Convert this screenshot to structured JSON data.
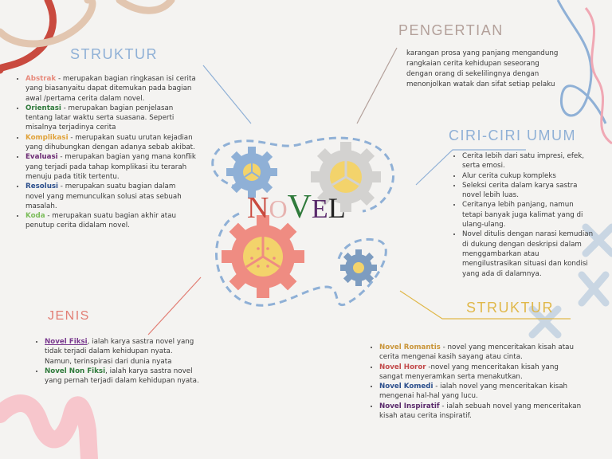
{
  "colors": {
    "struktur1": "#8fb0d6",
    "pengertian": "#b3a09a",
    "ciri": "#8fb0d6",
    "jenis": "#e27e74",
    "struktur2": "#e0b84a",
    "abstrak": "#e78a7c",
    "orientasi": "#2f7a3b",
    "komplikasi": "#e0a23a",
    "evaluasi": "#6b2a73",
    "resolusi": "#2c4f8c",
    "koda": "#7bbd5a",
    "fiksi": "#7a3a8f",
    "nonfiksi": "#2f7a3b",
    "romantis": "#c9953a",
    "horor": "#c24a4a",
    "komedi": "#2c4f8c",
    "inspiratif": "#5a2a6b"
  },
  "center_title": [
    "N",
    "O",
    "V",
    "E",
    "L"
  ],
  "struktur_left": {
    "heading": "STRUKTUR",
    "items": [
      {
        "term": "Abstrak",
        "text": " - merupakan bagian ringkasan isi cerita yang biasanyaitu dapat ditemukan pada bagian awal /pertama cerita dalam novel."
      },
      {
        "term": "Orientasi",
        "text": " - merupakan bagian penjelasan tentang latar waktu serta suasana. Seperti misalnya terjadinya cerita"
      },
      {
        "term": "Komplikasi",
        "text": " - merupakan suatu urutan kejadian yang dihubungkan dengan adanya sebab akibat."
      },
      {
        "term": "Evaluasi",
        "text": "  - merupakan bagian yang mana konflik yang terjadi pada tahap komplikasi itu terarah menuju pada titik tertentu."
      },
      {
        "term": "Resolusi",
        "text": " - merupakan suatu bagian dalam novel yang memunculkan solusi atas sebuah masalah."
      },
      {
        "term": "Koda",
        "text": " - merupakan suatu bagian akhir atau penutup cerita didalam novel."
      }
    ]
  },
  "pengertian": {
    "heading": "PENGERTIAN",
    "text": "karangan prosa yang panjang mengandung rangkaian cerita kehidupan seseorang dengan orang di sekelilingnya dengan menonjolkan watak dan sifat setiap pelaku"
  },
  "ciri": {
    "heading": "CIRI-CIRI UMUM",
    "items": [
      "Cerita lebih dari satu impresi, efek, serta emosi.",
      "Alur cerita cukup kompleks",
      "Seleksi cerita dalam karya sastra novel lebih luas.",
      "Ceritanya lebih panjang, namun tetapi banyak juga kalimat yang di ulang-ulang.",
      "Novel ditulis dengan narasi kemudian di dukung dengan deskripsi dalam menggambarkan atau mengilustrasikan situasi dan kondisi yang ada di dalamnya."
    ]
  },
  "jenis": {
    "heading": "JENIS",
    "items": [
      {
        "term": "Novel Fiksi",
        "text": ", ialah karya sastra novel yang tidak terjadi dalam kehidupan nyata. Namun, terinspirasi dari dunia nyata"
      },
      {
        "term": "Novel Non Fiksi",
        "text": ", ialah karya sastra novel yang pernah terjadi dalam kehidupan nyata."
      }
    ]
  },
  "struktur_right": {
    "heading": "STRUKTUR",
    "items": [
      {
        "term": "Novel Romantis",
        "text": " - novel yang menceritakan kisah atau cerita mengenai kasih sayang atau cinta."
      },
      {
        "term": "Novel Horor",
        "text": " -novel yang menceritakan kisah yang sangat menyeramkan serta menakutkan."
      },
      {
        "term": "Novel Komedi",
        "text": " - ialah novel yang menceritakan kisah mengenai hal-hal yang lucu."
      },
      {
        "term": "Novel Inspiratif",
        "text": " - ialah sebuah novel yang menceritakan kisah atau cerita inspiratif."
      }
    ]
  },
  "icons": [
    "gear-icon-blue",
    "gear-icon-grey",
    "gear-icon-red",
    "gear-icon-small-blue"
  ]
}
